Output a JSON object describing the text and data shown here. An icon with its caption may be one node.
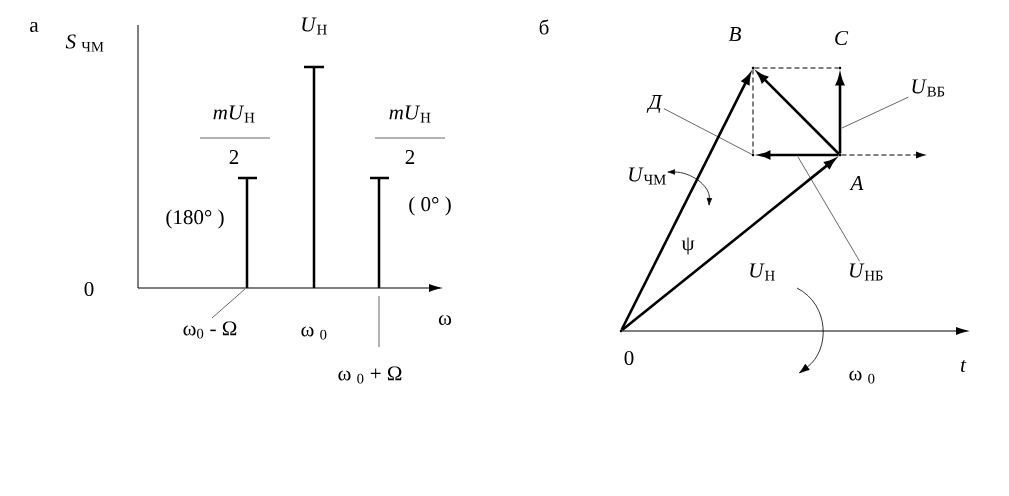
{
  "diagram": {
    "nodes": [
      {
        "text": [],
        "shape": "point",
        "beside": [
          "0"
        ]
      },
      {
        "text": [],
        "shape": "point",
        "beside": [
          "A"
        ]
      },
      {
        "text": [],
        "shape": "point",
        "beside": [
          "B"
        ]
      },
      {
        "text": [],
        "shape": "point",
        "beside": [
          "C"
        ]
      },
      {
        "text": [],
        "shape": "point"
      },
      {
        "text": [
          "Д"
        ]
      },
      {
        "text": [
          "*U*$_{ВБ}$"
        ]
      },
      {
        "text": [
          "*U*$_{НБ}$"
        ]
      }
    ],
    "edges": [
      {
        "from": 0,
        "to": 1,
        "arrow": "to",
        "style": "thick"
      },
      {
        "from": 0,
        "to": 2,
        "arrow": "to",
        "style": "thick"
      },
      {
        "from": 1,
        "to": 2,
        "arrow": "to",
        "style": "thick"
      },
      {
        "from": 1,
        "to": 3,
        "arrow": "to",
        "style": "thick"
      },
      {
        "from": 1,
        "to": 4,
        "arrow": "to",
        "style": "thick"
      },
      {
        "from": 2,
        "to": 3,
        "arrow": "none",
        "style": "dashed"
      },
      {
        "from": 2,
        "to": 4,
        "arrow": "none",
        "style": "dashed"
      },
      {
        "from": 1,
        "to": null,
        "arrow": "to",
        "style": "dashed"
      },
      {
        "from": 5,
        "to": 4,
        "arrow": "none"
      },
      {
        "from": 6,
        "to": null,
        "arrow": "none"
      },
      {
        "from": 7,
        "to": null,
        "arrow": "none"
      }
    ],
    "labels": [
      "а",
      "*S* $_{ЧМ}$",
      "*U*$_{Н}$",
      "*mU*$_{Н}$",
      "2",
      "*mU*$_{Н}$",
      "2",
      "(180° )",
      "( 0° )",
      "0",
      "ω$_{0}$ - Ω",
      "ω $_{0}$",
      "ω",
      "ω $_{0}$ + Ω",
      "б",
      "*U*$_{ЧМ}$",
      "ψ",
      "*U*$_{Н}$",
      "t",
      "ω $_{0}$"
    ]
  }
}
